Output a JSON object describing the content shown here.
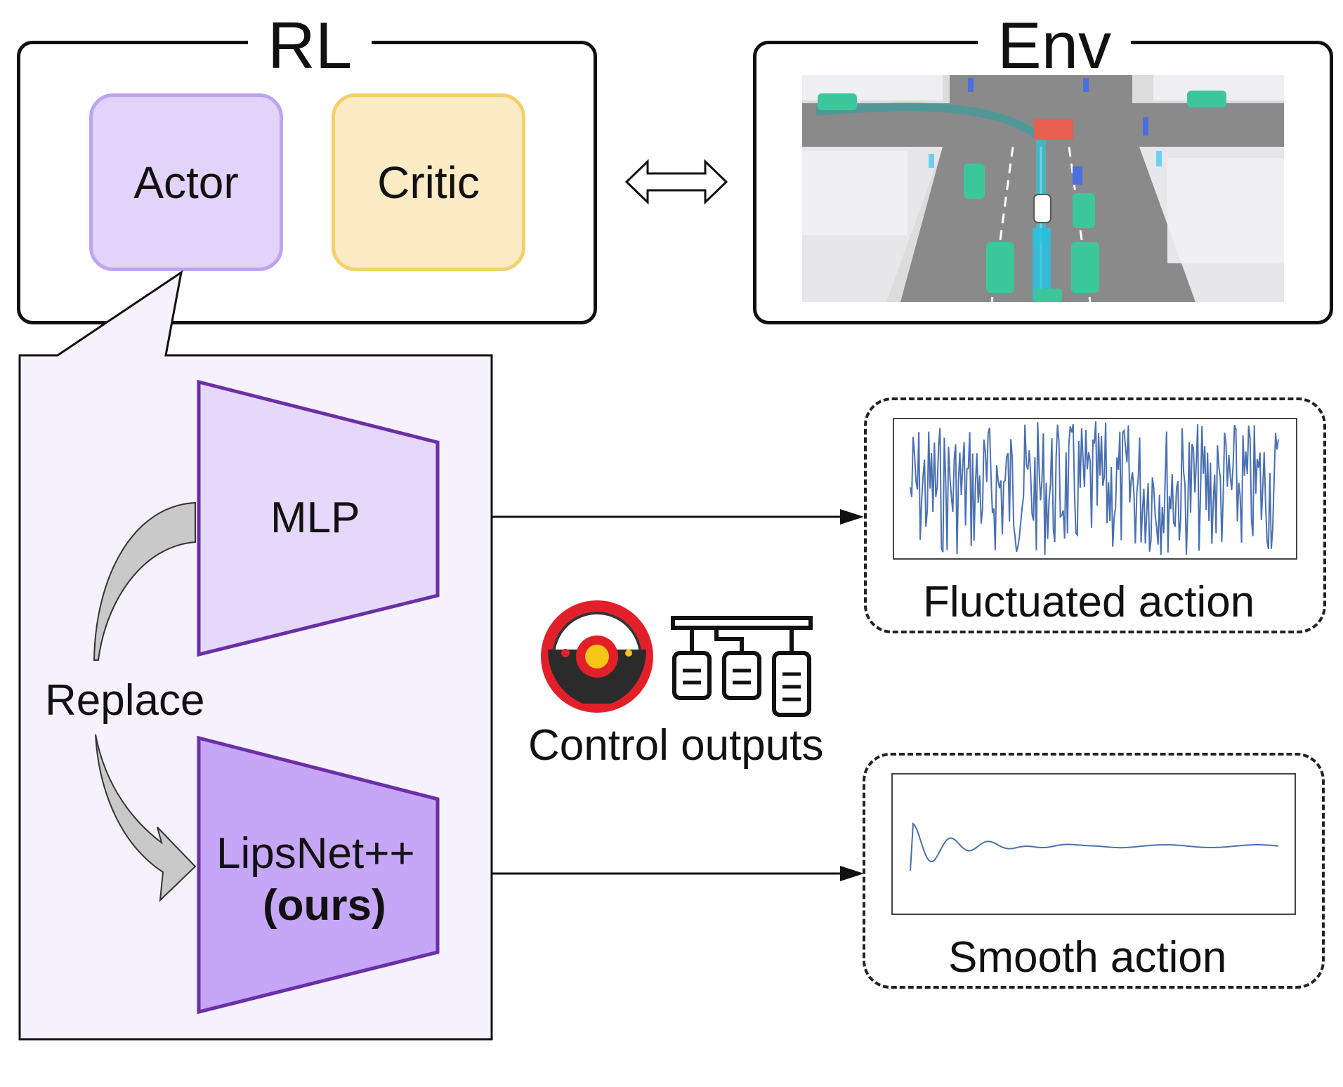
{
  "rl_panel": {
    "title": "RL",
    "actor_label": "Actor",
    "critic_label": "Critic"
  },
  "env_panel": {
    "title": "Env"
  },
  "network": {
    "mlp_label": "MLP",
    "replace_label": "Replace",
    "lipsnet_label": "LipsNet++",
    "lipsnet_note": "(ours)"
  },
  "control": {
    "label": "Control outputs"
  },
  "outputs": {
    "fluctuated_label": "Fluctuated action",
    "smooth_label": "Smooth action"
  },
  "colors": {
    "actor_fill": "#e2d3fb",
    "actor_border": "#bfa3f0",
    "critic_fill": "#fdebc6",
    "critic_border": "#f3d16a",
    "mlp_fill": "#e6d8fb",
    "lipsnet_fill": "#c6a6f6",
    "trap_border": "#6b2fa6",
    "callout_fill": "#f5f2fd",
    "signal": "#4a70b0",
    "wheel_red": "#e3202a",
    "road": "#8a8a8a",
    "car_green": "#3cc79a"
  }
}
